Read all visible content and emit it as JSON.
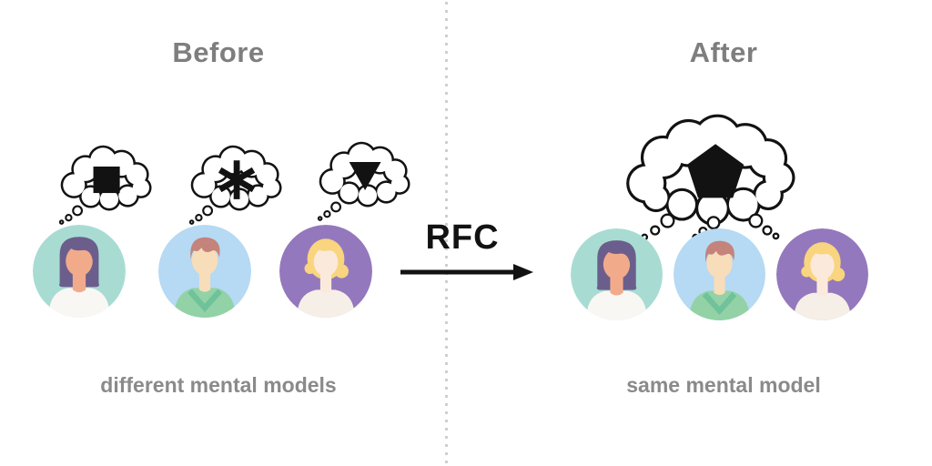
{
  "left_panel": {
    "title": "Before",
    "caption": "different mental models",
    "thought_icons": [
      "black-square",
      "black-asterisk",
      "black-triangle-down"
    ]
  },
  "right_panel": {
    "title": "After",
    "caption": "same mental model",
    "thought_icon": "black-pentagon"
  },
  "transition": {
    "label": "RFC",
    "arrow": "right-arrow"
  },
  "divider": {
    "style": "vertical-dotted-line",
    "color": "#cfcfcf"
  },
  "text_colors": {
    "title": "#7e7e7e",
    "caption": "#8a8a8a",
    "rfc": "#121212"
  },
  "avatars": [
    {
      "name": "woman-purple-hair",
      "colors": {
        "background": "#a8dcd2",
        "hair": "#6b5e8c",
        "skin": "#f2ab8a",
        "shirt": "#f9f7f4"
      }
    },
    {
      "name": "man-green-shirt",
      "colors": {
        "background": "#b6d9f4",
        "hair": "#c4837b",
        "skin": "#f7ddb9",
        "shirt": "#92d2a6",
        "shirt_accent": "#6fc29a"
      }
    },
    {
      "name": "person-blonde-hair",
      "colors": {
        "background": "#9478bd",
        "hair": "#f8d57e",
        "skin": "#fbeadb",
        "shirt": "#f6efe7"
      }
    }
  ]
}
